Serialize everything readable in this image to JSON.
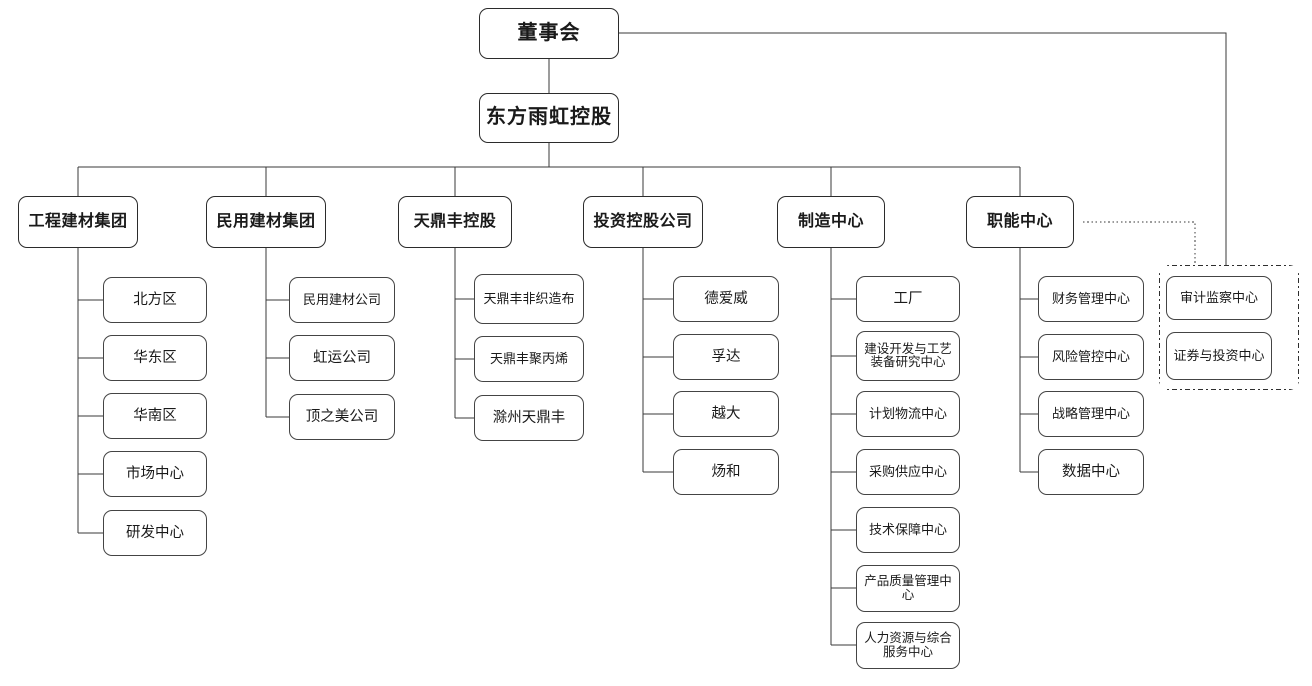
{
  "chart_title": "",
  "org": {
    "board": {
      "label": "董事会"
    },
    "holding": {
      "label": "东方雨虹控股"
    },
    "divisions": [
      {
        "label": "工程建材集团",
        "children": [
          {
            "label": "北方区"
          },
          {
            "label": "华东区"
          },
          {
            "label": "华南区"
          },
          {
            "label": "市场中心"
          },
          {
            "label": "研发中心"
          }
        ]
      },
      {
        "label": "民用建材集团",
        "children": [
          {
            "label": "民用建材公司"
          },
          {
            "label": "虹运公司"
          },
          {
            "label": "顶之美公司"
          }
        ]
      },
      {
        "label": "天鼎丰控股",
        "children": [
          {
            "label": "天鼎丰非织造布"
          },
          {
            "label": "天鼎丰聚丙烯"
          },
          {
            "label": "滁州天鼎丰"
          }
        ]
      },
      {
        "label": "投资控股公司",
        "children": [
          {
            "label": "德爱威"
          },
          {
            "label": "孚达"
          },
          {
            "label": "越大"
          },
          {
            "label": "炀和"
          }
        ]
      },
      {
        "label": "制造中心",
        "children": [
          {
            "label": "工厂"
          },
          {
            "label": "建设开发与工艺装备研究中心"
          },
          {
            "label": "计划物流中心"
          },
          {
            "label": "采购供应中心"
          },
          {
            "label": "技术保障中心"
          },
          {
            "label": "产品质量管理中心"
          },
          {
            "label": "人力资源与综合服务中心"
          }
        ]
      },
      {
        "label": "职能中心",
        "children": [
          {
            "label": "财务管理中心"
          },
          {
            "label": "风险管控中心"
          },
          {
            "label": "战略管理中心"
          },
          {
            "label": "数据中心"
          }
        ]
      }
    ],
    "board_direct_group": {
      "items": [
        {
          "label": "审计监察中心"
        },
        {
          "label": "证券与投资中心"
        }
      ]
    }
  },
  "colors": {
    "line": "#3a3a3a",
    "box_border": "#3a3a3a",
    "background": "#ffffff",
    "text": "#1a1a1a"
  }
}
